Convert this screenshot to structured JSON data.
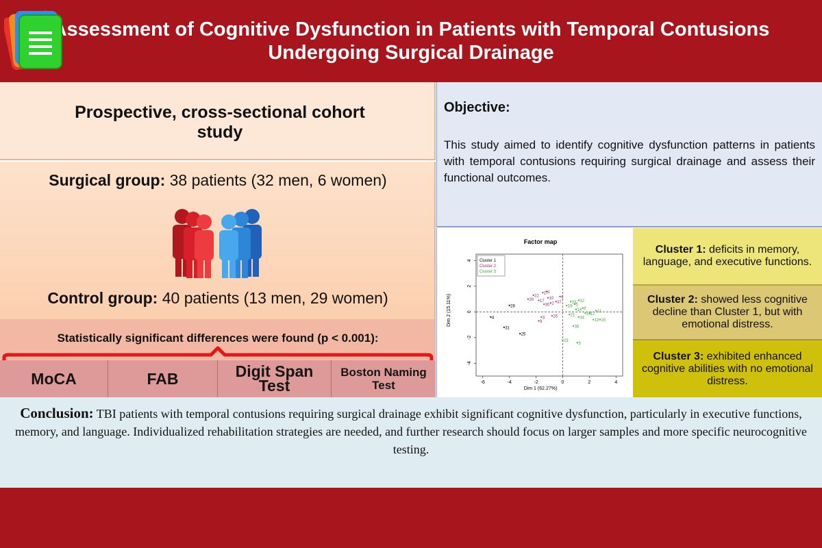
{
  "header": {
    "title": "Assessment of Cognitive Dysfunction in Patients with Temporal Contusions Undergoing Surgical Drainage"
  },
  "design": {
    "text": "Prospective, cross-sectional cohort study",
    "icon": "document-icon"
  },
  "groups": {
    "surgical": {
      "label": "Surgical group:",
      "detail": " 38 patients (32 men, 6 women)"
    },
    "control": {
      "label": "Control group:",
      "detail": " 40 patients (13 men, 29 women)"
    },
    "icon": "people-icon"
  },
  "significance": {
    "text": "Statistically significant differences were found (p < 0.001):",
    "tests": [
      "MoCA",
      "FAB",
      "Digit Span Test",
      "Boston Naming Test"
    ]
  },
  "objective": {
    "heading": "Objective:",
    "text": "This study aimed to identify cognitive dysfunction patterns in patients with temporal contusions requiring surgical drainage and assess their functional outcomes."
  },
  "clusters": [
    {
      "label": "Cluster 1:",
      "text": " deficits in memory, language, and executive functions."
    },
    {
      "label": "Cluster 2:",
      "text": "  showed less cognitive decline than Cluster 1, but with emotional distress."
    },
    {
      "label": "Cluster 3:",
      "text": " exhibited enhanced cognitive abilities with no emotional distress."
    }
  ],
  "conclusion": {
    "label": "Conclusion:",
    "text": " TBI patients with temporal contusions requiring surgical drainage exhibit significant cognitive dysfunction, particularly in executive functions, memory, and language. Individualized rehabilitation strategies are needed, and further research should focus on larger samples and more specific neurocognitive testing."
  },
  "colors": {
    "header": "#a8151d",
    "cluster1": "#000000",
    "cluster2": "#a0306a",
    "cluster3": "#3ca83c"
  },
  "chart_data": {
    "type": "scatter",
    "title": "Factor map",
    "xlabel": "Dim 1 (62.27%)",
    "ylabel": "Dim 2 (15.11%)",
    "xlim": [
      -6.5,
      4.5
    ],
    "ylim": [
      -5,
      4.5
    ],
    "xticks": [
      -6,
      -4,
      -2,
      0,
      2,
      4
    ],
    "yticks": [
      -4,
      -2,
      0,
      2,
      4
    ],
    "legend": "top-left",
    "series": [
      {
        "name": "Cluster 1",
        "color": "#000000",
        "points": [
          [
            -4,
            0.5,
            "28"
          ],
          [
            -5.4,
            -0.4,
            "4"
          ],
          [
            -4.4,
            -1.2,
            "31"
          ],
          [
            -3.2,
            -1.7,
            "25"
          ]
        ]
      },
      {
        "name": "Cluster 2",
        "color": "#a0306a",
        "points": [
          [
            -2.2,
            1.3,
            "22"
          ],
          [
            -2.6,
            1.0,
            "39"
          ],
          [
            -1.8,
            0.9,
            "17"
          ],
          [
            -1.5,
            1.5,
            "27"
          ],
          [
            -1.2,
            1.6,
            "1"
          ],
          [
            -1.1,
            1.1,
            "10"
          ],
          [
            -1.4,
            0.6,
            "30"
          ],
          [
            -0.9,
            0.7,
            "2"
          ],
          [
            -0.5,
            0.8,
            "37"
          ],
          [
            -0.2,
            1.2,
            "6"
          ],
          [
            -1.8,
            -0.7,
            "9"
          ],
          [
            -1.6,
            -0.4,
            "3"
          ],
          [
            -0.8,
            -0.3,
            "26"
          ]
        ]
      },
      {
        "name": "Cluster 3",
        "color": "#3ca83c",
        "points": [
          [
            0.3,
            0.5,
            "19"
          ],
          [
            0.6,
            0.8,
            "33"
          ],
          [
            0.9,
            0.6,
            "5"
          ],
          [
            1.2,
            0.9,
            "32"
          ],
          [
            1.0,
            0.2,
            "14"
          ],
          [
            1.5,
            0.3,
            "8"
          ],
          [
            1.7,
            -0.1,
            "16"
          ],
          [
            1.2,
            -0.4,
            "34"
          ],
          [
            2.0,
            -0.1,
            "12"
          ],
          [
            2.3,
            -0.6,
            "13"
          ],
          [
            2.8,
            -0.6,
            "15"
          ],
          [
            0.5,
            -0.2,
            "21"
          ],
          [
            0.8,
            -1.1,
            "36"
          ],
          [
            1.1,
            -2.4,
            "3"
          ],
          [
            0.0,
            -2.2,
            "23"
          ],
          [
            2.5,
            0.1,
            "11"
          ]
        ]
      }
    ]
  }
}
